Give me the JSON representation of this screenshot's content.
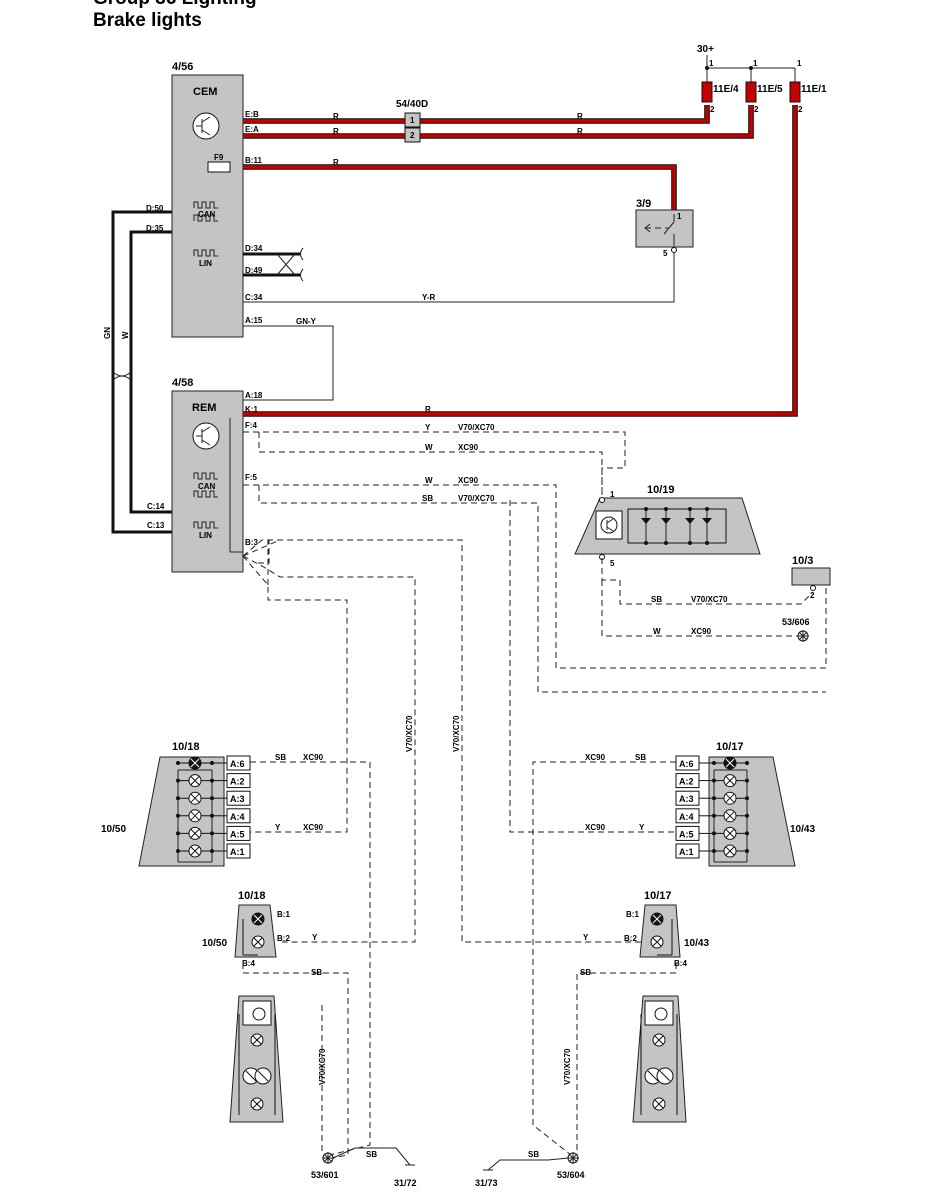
{
  "header": {
    "group": "Group 36 Lighting",
    "title": "Brake lights"
  },
  "modules": {
    "cem": {
      "id": "4/56",
      "name": "CEM",
      "fuse": "F9",
      "can": "CAN",
      "lin": "LIN"
    },
    "rem": {
      "id": "4/58",
      "name": "REM",
      "can": "CAN",
      "lin": "LIN"
    },
    "brake_switch": {
      "id": "3/9"
    },
    "hmsl": {
      "id": "10/19"
    },
    "connector_10_3": {
      "id": "10/3"
    },
    "connector_54_40d": {
      "id": "54/40D"
    }
  },
  "supply": {
    "label": "30+",
    "fuses": [
      "11E/4",
      "11E/5",
      "11E/1"
    ]
  },
  "pins": {
    "cem": [
      "E:B",
      "E:A",
      "B:11",
      "D:50",
      "D:35",
      "D:34",
      "D:49",
      "C:34",
      "A:15"
    ],
    "rem": [
      "A:18",
      "K:1",
      "F:4",
      "F:5",
      "C:14",
      "C:13",
      "B:3"
    ],
    "connector_54_40d": [
      "1",
      "2"
    ],
    "lamp_pins_a": [
      "A:6",
      "A:2",
      "A:3",
      "A:4",
      "A:5",
      "A:1"
    ],
    "lamp_pins_b": [
      "B:1",
      "B:2",
      "B:4"
    ]
  },
  "pin_numbers": [
    "1",
    "2",
    "1",
    "5",
    "1",
    "5",
    "2"
  ],
  "wires": {
    "r": "R",
    "y_r": "Y-R",
    "gn_y": "GN-Y",
    "gn": "GN",
    "w": "W",
    "y": "Y",
    "sb": "SB",
    "v70xc70": "V70/XC70",
    "xc90": "XC90"
  },
  "lamps": {
    "left_upper": {
      "id": "10/18",
      "ref": "10/50"
    },
    "right_upper": {
      "id": "10/17",
      "ref": "10/43"
    },
    "left_lower": {
      "id": "10/18",
      "ref": "10/50"
    },
    "right_lower": {
      "id": "10/17",
      "ref": "10/43"
    }
  },
  "grounds": [
    "53/606",
    "53/601",
    "53/604",
    "31/72",
    "31/73"
  ],
  "colors": {
    "power_wire": "#c40000",
    "module_fill": "#c4c4c4"
  }
}
